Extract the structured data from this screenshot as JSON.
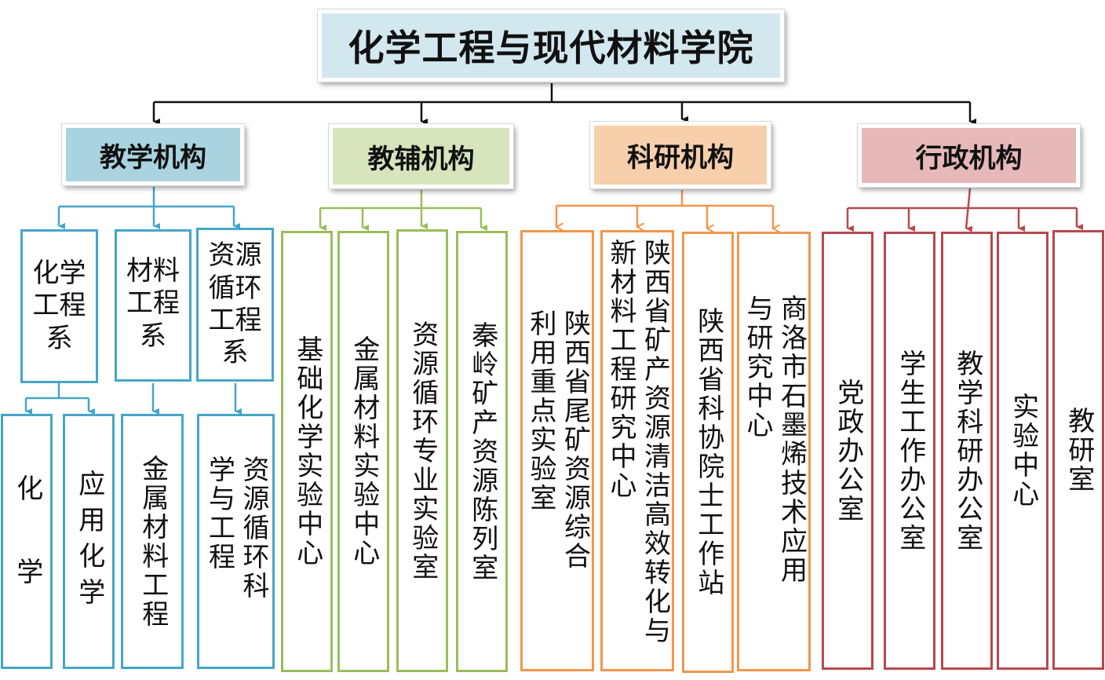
{
  "root": {
    "label": "化学工程与现代材料学院",
    "color": "#d3e7ee"
  },
  "categories": [
    {
      "label": "教学机构",
      "fill": "#a9d3df",
      "line": "#45a6c8",
      "departments": [
        {
          "label": "化学工程系",
          "majors": [
            "化学",
            "应用化学"
          ]
        },
        {
          "label": "材料工程系",
          "majors": [
            "金属材料工程"
          ]
        },
        {
          "label": "资源循环工程系",
          "majors": [
            "资源循环科学与工程"
          ]
        }
      ]
    },
    {
      "label": "教辅机构",
      "fill": "#d8e4bc",
      "line": "#9bbd5a",
      "units": [
        "基础化学实验中心",
        "金属材料实验中心",
        "资源循环专业实验室",
        "秦岭矿产资源陈列室"
      ]
    },
    {
      "label": "科研机构",
      "fill": "#f8cfab",
      "line": "#f1964b",
      "units": [
        "陕西省尾矿资源综合利用重点实验室",
        "陕西省矿产资源清洁高效转化与新材料工程研究中心",
        "陕西省科协院士工作站",
        "商洛市石墨烯技术应用与研究中心"
      ]
    },
    {
      "label": "行政机构",
      "fill": "#e6b9b8",
      "line": "#b8484c",
      "units": [
        "党政办公室",
        "学生工作办公室",
        "教学科研办公室",
        "实验中心",
        "教研室"
      ]
    }
  ]
}
